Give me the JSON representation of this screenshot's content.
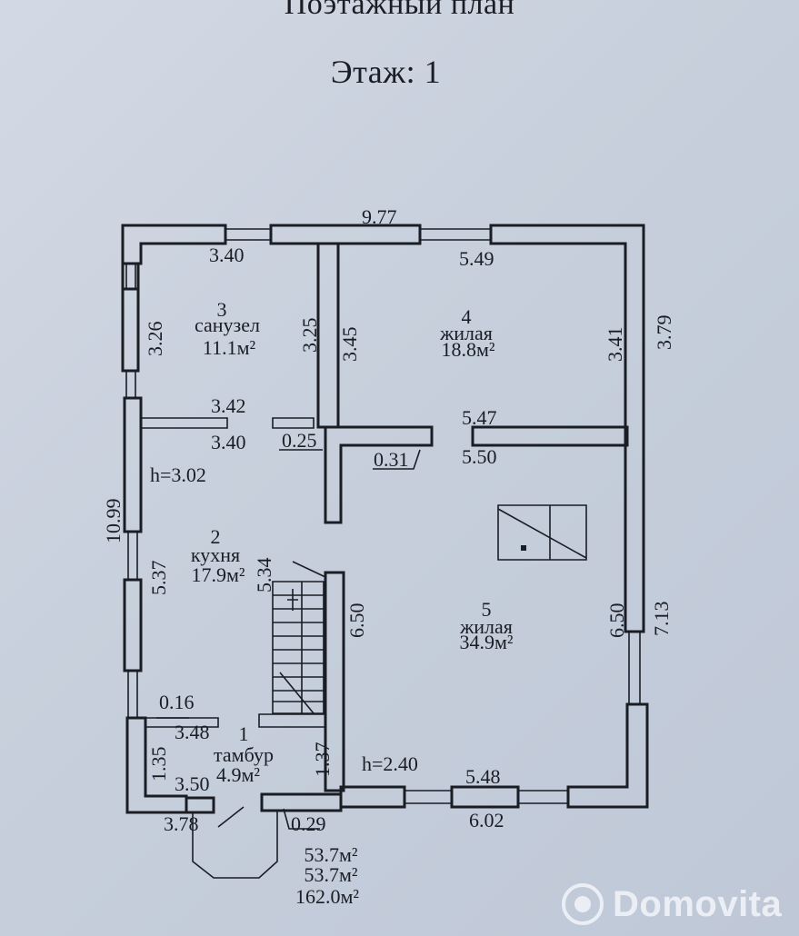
{
  "header": {
    "title": "Поэтажный план",
    "floor_label": "Этаж: 1"
  },
  "rooms": [
    {
      "number": "3",
      "name": "санузел",
      "area": "11.1м²"
    },
    {
      "number": "4",
      "name": "жилая",
      "area": "18.8м²"
    },
    {
      "number": "2",
      "name": "кухня",
      "area": "17.9м²"
    },
    {
      "number": "5",
      "name": "жилая",
      "area": "34.9м²"
    },
    {
      "number": "1",
      "name": "тамбур",
      "area": "4.9м²"
    }
  ],
  "heights": {
    "h1": "h=3.02",
    "h2": "h=2.40"
  },
  "dimensions": {
    "top_overall": "9.77",
    "room3_top": "3.40",
    "room4_top": "5.49",
    "room3_left": "3.26",
    "room3_right": "3.25",
    "room4_left": "3.45",
    "room4_right": "3.41",
    "right_upper_outer": "3.79",
    "bath_wall": "3.42",
    "bath_bottom": "3.40",
    "stub_025": "0.25",
    "stub_031": "0.31",
    "room4_bottom": "5.47",
    "room5_top": "5.50",
    "left_overall": "10.99",
    "kitchen_left": "5.37",
    "kitchen_right": "5.34",
    "room5_left": "6.50",
    "room5_right": "6.50",
    "right_lower_outer": "7.13",
    "stub_016": "0.16",
    "vest_top": "3.48",
    "vest_left": "1.35",
    "vest_right": "1.37",
    "vest_bottom": "3.50",
    "bottom_left_outer": "3.78",
    "porch": "0.29",
    "room5_bottom": "5.48",
    "bottom_right_outer": "6.02"
  },
  "totals": [
    "53.7м²",
    "53.7м²",
    "162.0м²"
  ],
  "watermark": "Domovita"
}
